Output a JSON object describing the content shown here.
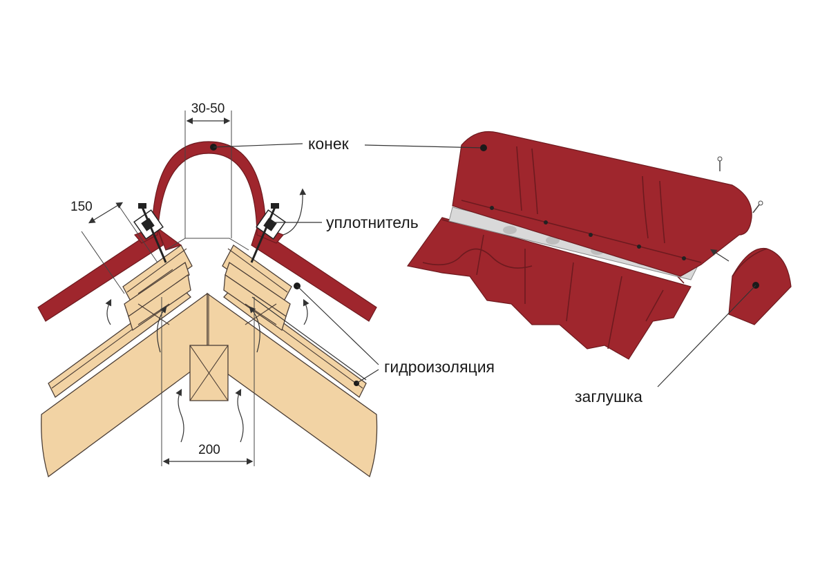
{
  "labels": {
    "ridge": "конек",
    "sealant": "уплотнитель",
    "waterproofing": "гидроизоляция",
    "end_cap": "заглушка"
  },
  "dimensions": {
    "ridge_gap": "30-50",
    "overlap": "150",
    "vent_gap": "200"
  },
  "colors": {
    "roof_red": "#9f262d",
    "wood": "#f2d3a4",
    "sealant_grey": "#d9d9d9"
  }
}
